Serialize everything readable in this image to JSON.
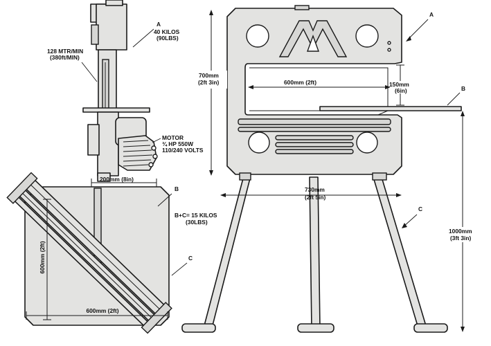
{
  "side_view": {
    "weight": "40 KILOS",
    "weight_imperial": "(90LBS)",
    "weight_callout": "A",
    "speed": "128 MTR/MIN",
    "speed_imperial": "(380ft/MIN)",
    "motor_title": "MOTOR",
    "motor_power": "¾ HP 550W",
    "motor_voltage": "110/240 VOLTS",
    "base_depth": "200mm (8in)"
  },
  "table_plan": {
    "callout_b": "B",
    "callout_c": "C",
    "combined_weight": "B+C= 15 KILOS",
    "combined_weight_imperial": "(30LBS)",
    "depth": "600mm (2ft)",
    "width": "600mm (2ft)"
  },
  "front_view": {
    "callout_a": "A",
    "callout_b": "B",
    "callout_c": "C",
    "frame_height": "700mm",
    "frame_height_imperial": "(2ft 3in)",
    "throat_width": "600mm (2ft)",
    "throat_height": "150mm",
    "throat_height_imperial": "(6in)",
    "base_width": "730mm",
    "base_width_imperial": "(2ft 5in)",
    "overall_height": "1000mm",
    "overall_height_imperial": "(3ft 3in)"
  }
}
